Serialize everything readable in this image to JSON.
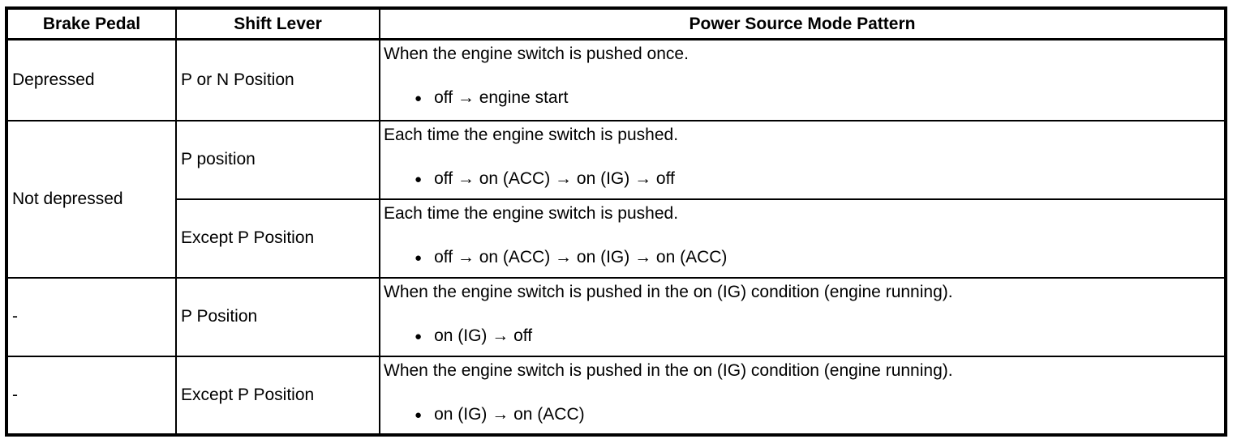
{
  "table": {
    "bullet_glyph": "●",
    "headers": {
      "brake_pedal": "Brake Pedal",
      "shift_lever": "Shift Lever",
      "pattern": "Power Source Mode Pattern"
    },
    "rows": [
      {
        "brake_pedal": "Depressed",
        "shift_lever": "P or N Position",
        "pattern_intro": "When the engine switch is pushed once.",
        "pattern_bullet": "off → engine start"
      },
      {
        "brake_pedal": "Not depressed",
        "shift_lever": "P position",
        "pattern_intro": "Each time the engine switch is pushed.",
        "pattern_bullet": "off → on (ACC) → on (IG) → off"
      },
      {
        "shift_lever": "Except P Position",
        "pattern_intro": "Each time the engine switch is pushed.",
        "pattern_bullet": "off → on (ACC) → on (IG) → on (ACC)"
      },
      {
        "brake_pedal": "-",
        "shift_lever": "P Position",
        "pattern_intro": "When the engine switch is pushed in the on (IG) condition (engine running).",
        "pattern_bullet": "on (IG) → off"
      },
      {
        "brake_pedal": "-",
        "shift_lever": "Except P Position",
        "pattern_intro": "When the engine switch is pushed in the on (IG) condition (engine running).",
        "pattern_bullet": "on (IG) → on (ACC)"
      }
    ]
  }
}
